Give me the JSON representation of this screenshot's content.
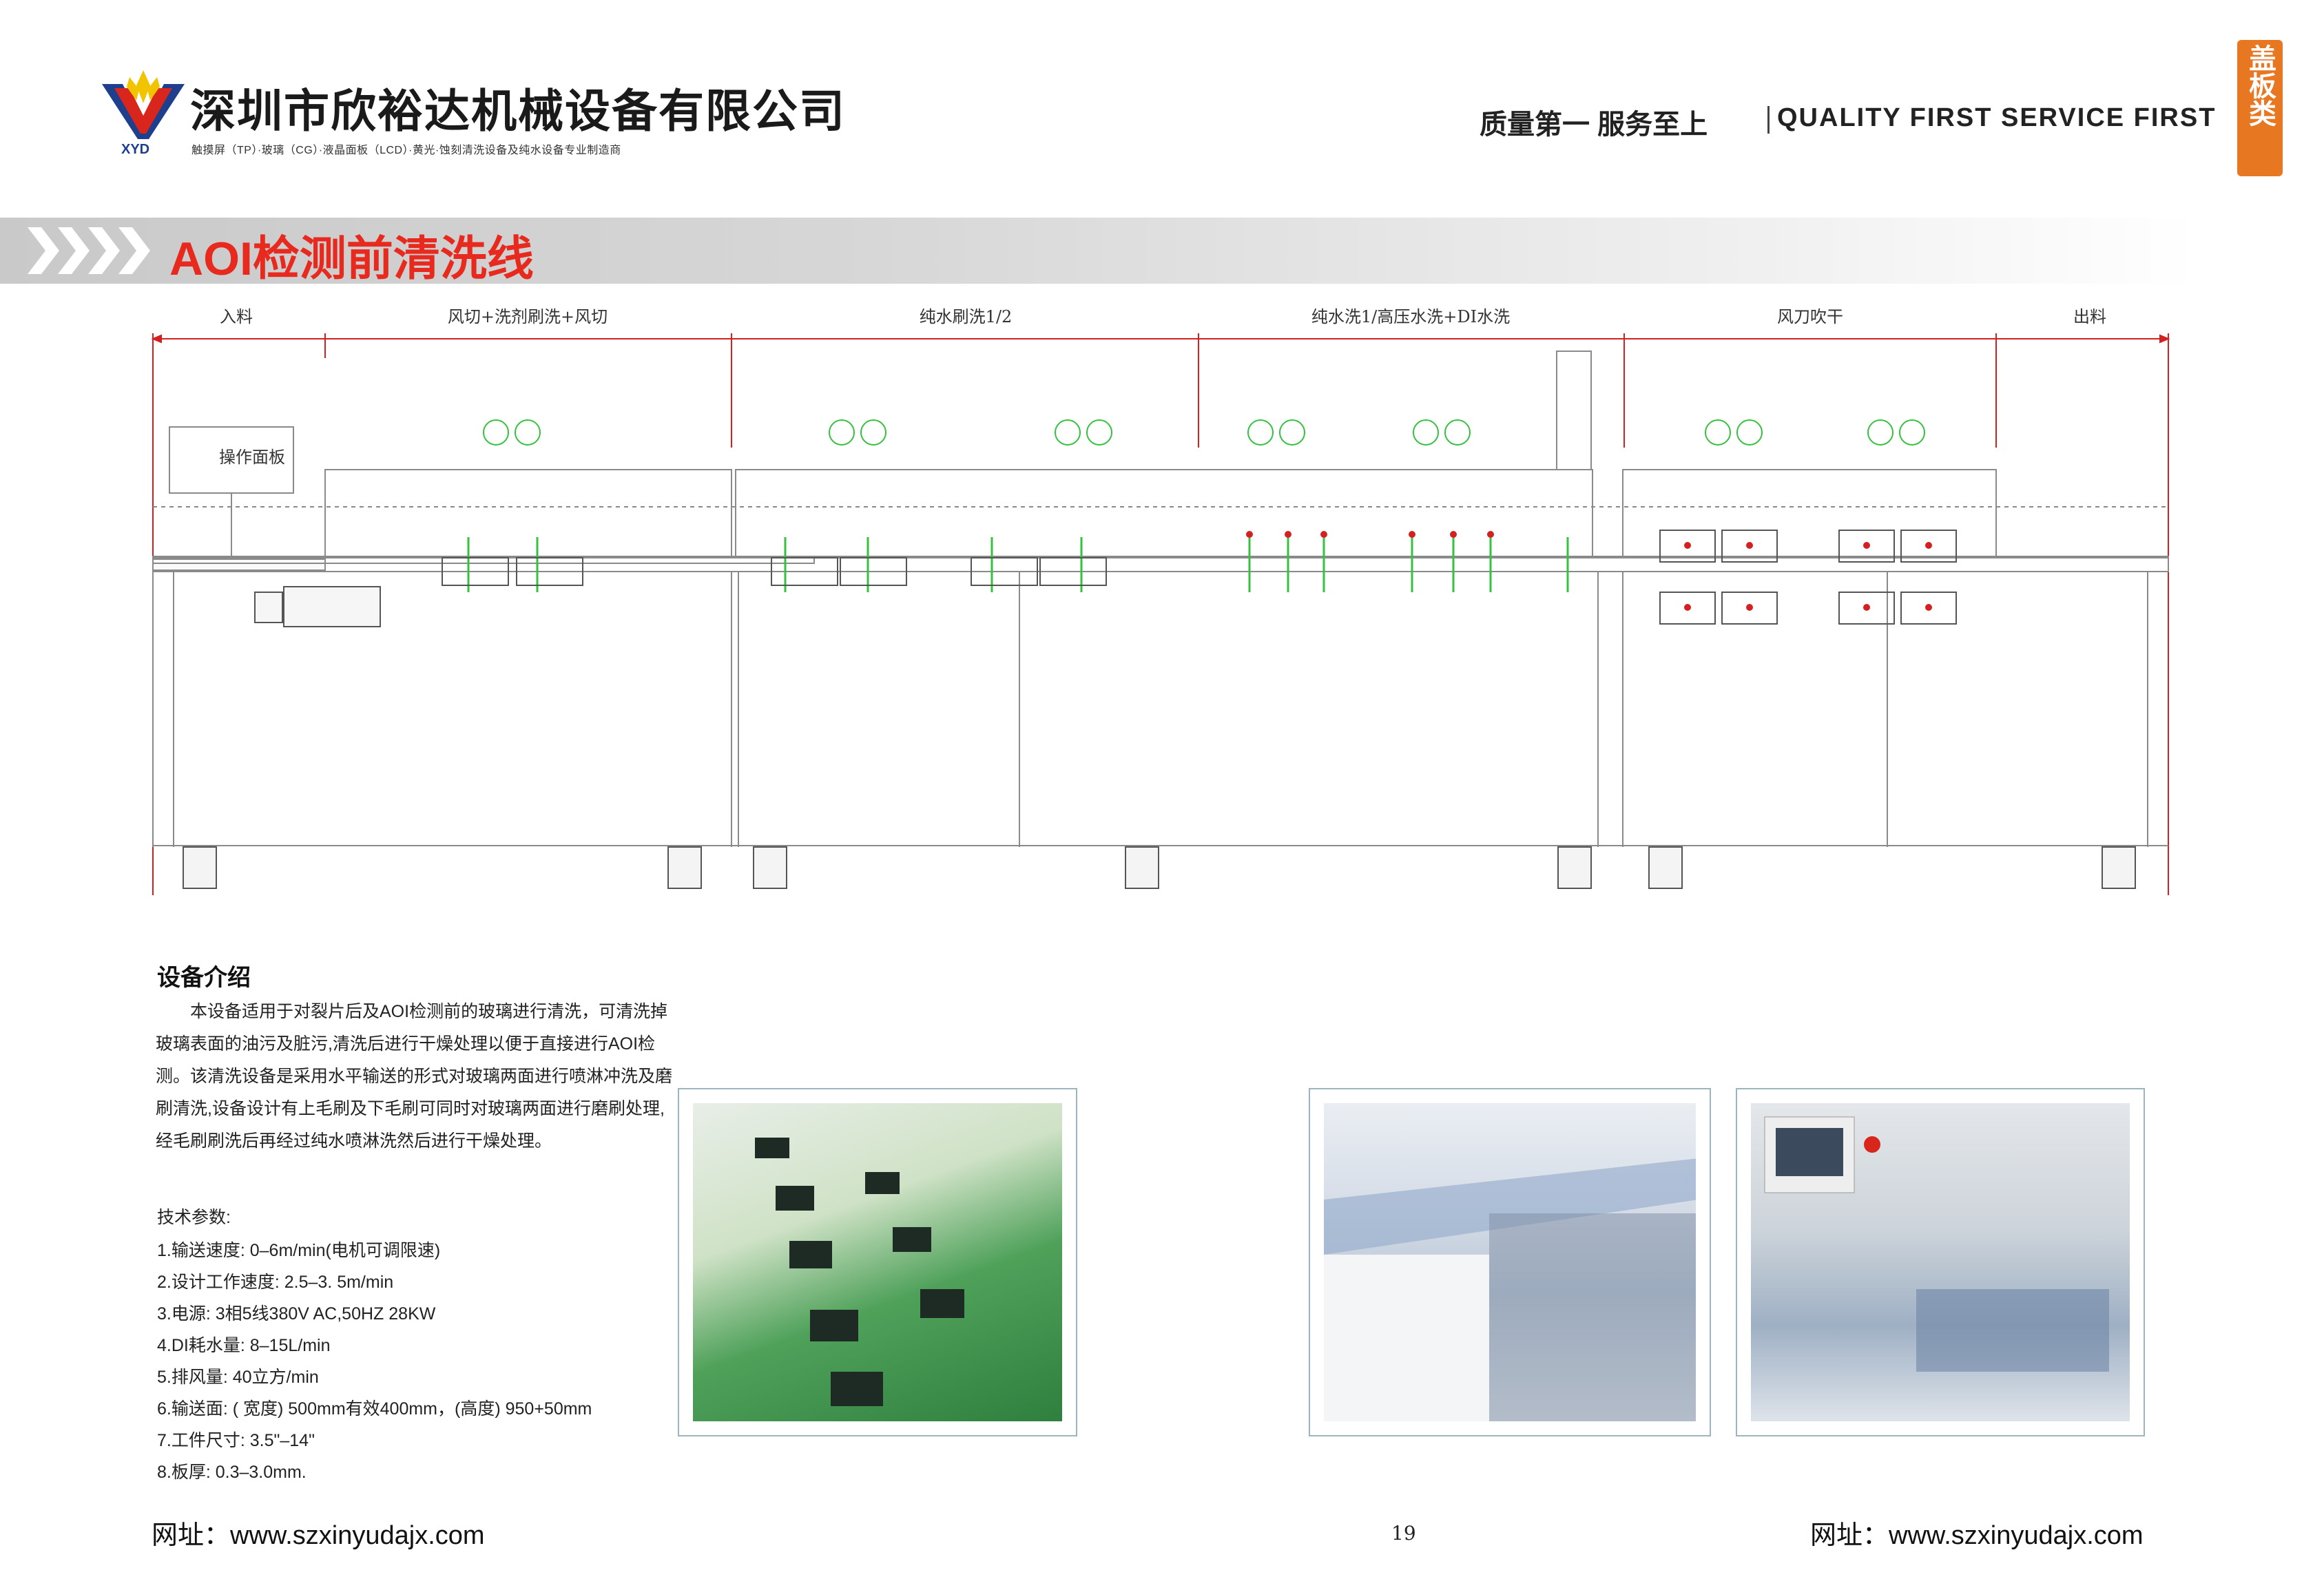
{
  "header": {
    "logo_text": "XYD",
    "company_name": "深圳市欣裕达机械设备有限公司",
    "company_sub": "触摸屏（TP）·玻璃（CG）·液晶面板（LCD）·黄光·蚀刻清洗设备及纯水设备专业制造商",
    "slogan_cn": "质量第一   服务至上",
    "slogan_en": "QUALITY FIRST SERVICE FIRST",
    "side_tab": "盖板类"
  },
  "title": "AOI检测前清洗线",
  "diagram": {
    "sections": [
      "入料",
      "风切+洗剂刷洗+风切",
      "纯水刷洗1/2",
      "纯水洗1/高压水洗+DI水洗",
      "风刀吹干",
      "出料"
    ],
    "panel_label": "操作面板"
  },
  "intro": {
    "heading": "设备介绍",
    "paragraph": "本设备适用于对裂片后及AOI检测前的玻璃进行清洗，可清洗掉玻璃表面的油污及脏污,清洗后进行干燥处理以便于直接进行AOI检测。该清洗设备是采用水平输送的形式对玻璃两面进行喷淋冲洗及磨刷清洗,设备设计有上毛刷及下毛刷可同时对玻璃两面进行磨刷处理,经毛刷刷洗后再经过纯水喷淋洗然后进行干燥处理。"
  },
  "specs": {
    "heading": "技术参数:",
    "items": [
      "1.输送速度: 0–6m/min(电机可调限速)",
      "2.设计工作速度: 2.5–3. 5m/min",
      "3.电源: 3相5线380V AC,50HZ  28KW",
      "4.DI耗水量: 8–15L/min",
      "5.排风量: 40立方/min",
      "6.输送面: ( 宽度) 500mm有效400mm，(高度) 950+50mm",
      "7.工件尺寸: 3.5\"–14\"",
      "8.板厚: 0.3–3.0mm."
    ]
  },
  "footer": {
    "website_left": "网址：www.szxinyudajx.com",
    "website_right": "网址：www.szxinyudajx.com",
    "page_number": "19"
  },
  "colors": {
    "title_red": "#e8291e",
    "tab_orange": "#e87722",
    "logo_blue": "#1d3f8e",
    "logo_red": "#d9261c",
    "logo_yellow": "#f2c400",
    "drawing_green": "#36c13f",
    "drawing_red": "#d42020"
  }
}
